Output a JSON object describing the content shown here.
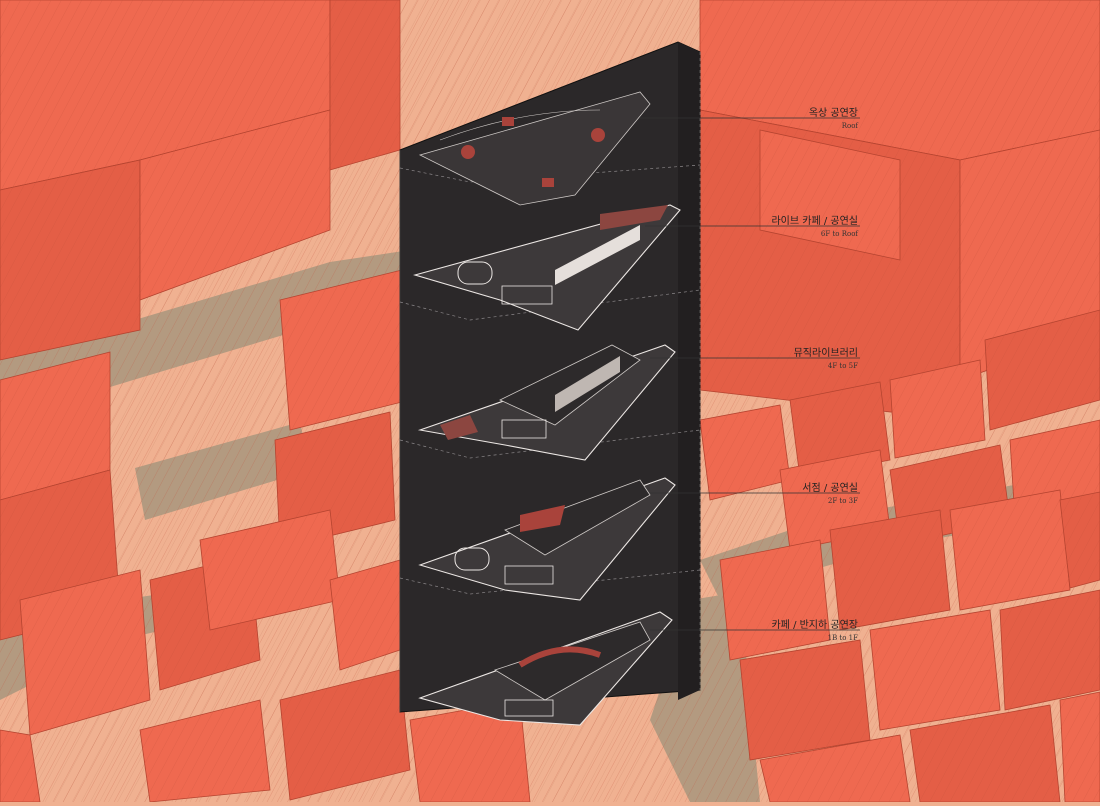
{
  "colors": {
    "building": "#ef6950",
    "building_side": "#e45e46",
    "building_line": "#b54430",
    "ground": "#f0b191",
    "road": "#b39a80",
    "tower": "#2b2829",
    "tower_edge": "#1a1819",
    "floor_wall": "#ece7e4",
    "accent": "#a9433b"
  },
  "labels": [
    {
      "id": "roof",
      "main": "옥상 공연장",
      "sub": "Roof"
    },
    {
      "id": "f6",
      "main": "라이브 카페 / 공연실",
      "sub": "6F to Roof"
    },
    {
      "id": "f4",
      "main": "뮤직라이브러리",
      "sub": "4F to 5F"
    },
    {
      "id": "f2",
      "main": "서점 / 공연실",
      "sub": "2F to 3F"
    },
    {
      "id": "f1",
      "main": "카페 / 반지하 공연장",
      "sub": "1B to 1F"
    }
  ]
}
